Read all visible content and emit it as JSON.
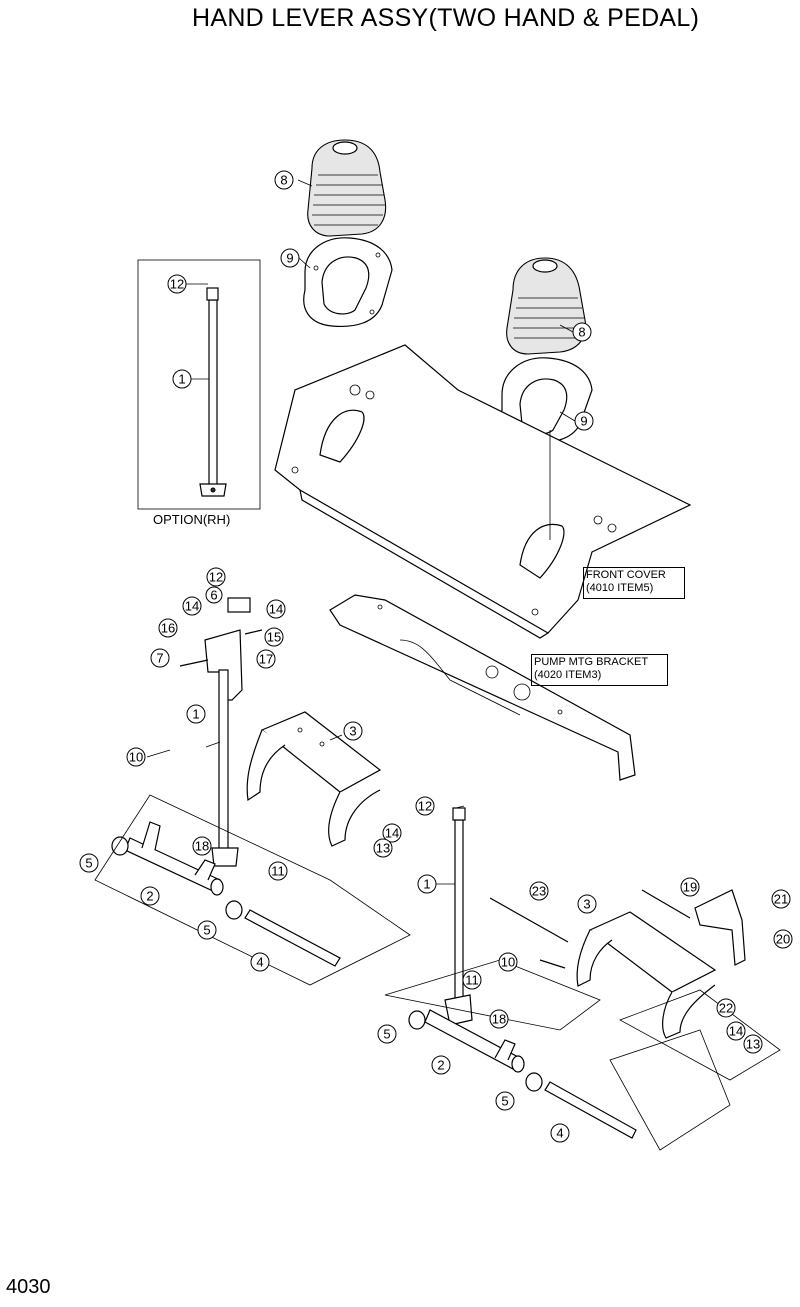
{
  "title": "HAND LEVER ASSY(TWO HAND & PEDAL)",
  "page_number": "4030",
  "labels": {
    "option": "OPTION(RH)",
    "front_cover": [
      "FRONT COVER",
      "(4010 ITEM5)"
    ],
    "pump_bracket": [
      "PUMP MTG BRACKET",
      "(4020 ITEM3)"
    ]
  },
  "callouts": [
    "8",
    "9",
    "12",
    "1",
    "8",
    "9",
    "12",
    "6",
    "14",
    "14",
    "16",
    "15",
    "7",
    "17",
    "1",
    "3",
    "10",
    "14",
    "13",
    "5",
    "18",
    "11",
    "2",
    "5",
    "4",
    "12",
    "1",
    "23",
    "19",
    "21",
    "3",
    "20",
    "10",
    "11",
    "18",
    "5",
    "2",
    "22",
    "14",
    "13",
    "5",
    "4"
  ]
}
